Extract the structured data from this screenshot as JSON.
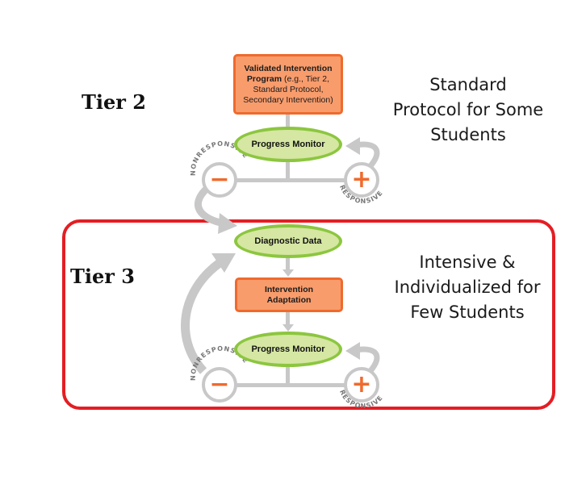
{
  "tier2": {
    "label": "Tier 2",
    "side_text_lines": [
      "Standard",
      "Protocol for Some",
      "Students"
    ],
    "program_box": {
      "title": "Validated Intervention",
      "line2_bold": "Program",
      "line2_rest": " (e.g., Tier 2,",
      "line3": "Standard Protocol,",
      "line4": "Secondary Intervention)"
    },
    "progress_monitor": "Progress Monitor",
    "minus_symbol": "−",
    "plus_symbol": "+",
    "nonresponsive": "NONRESPONSIVE",
    "responsive": "RESPONSIVE"
  },
  "tier3": {
    "label": "Tier 3",
    "side_text_lines": [
      "Intensive &",
      "Individualized for",
      "Few Students"
    ],
    "diagnostic_data": "Diagnostic Data",
    "adaptation_line1": "Intervention",
    "adaptation_line2": "Adaptation",
    "progress_monitor": "Progress Monitor",
    "minus_symbol": "−",
    "plus_symbol": "+",
    "nonresponsive": "NONRESPONSIVE",
    "responsive": "RESPONSIVE"
  },
  "colors": {
    "orange_fill": "#f89c6c",
    "orange_border": "#ef6a2d",
    "green_fill": "#d5e7a3",
    "green_border": "#8cc63f",
    "connector_gray": "#c8c8c8",
    "tier3_frame": "#e31e24"
  }
}
